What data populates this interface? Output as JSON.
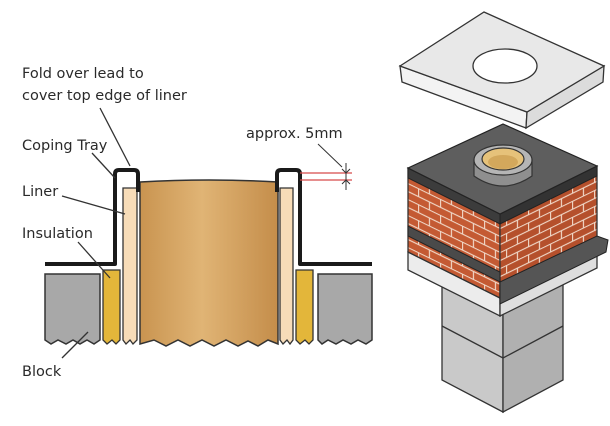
{
  "labels": {
    "fold_line1": "Fold over lead to",
    "fold_line2": "cover top edge of liner",
    "coping_tray": "Coping Tray",
    "liner": "Liner",
    "insulation": "Insulation",
    "block": "Block",
    "approx": "approx. 5mm"
  },
  "colors": {
    "lead": "#1a1a1a",
    "liner_fill": "#f7dcb8",
    "insulation": "#e3b63a",
    "block": "#a8a8a8",
    "flue": "#d8a862",
    "brick": "#c45a33",
    "dimension_line": "#d84a4a",
    "coping_stone": "#e8e8e8"
  }
}
